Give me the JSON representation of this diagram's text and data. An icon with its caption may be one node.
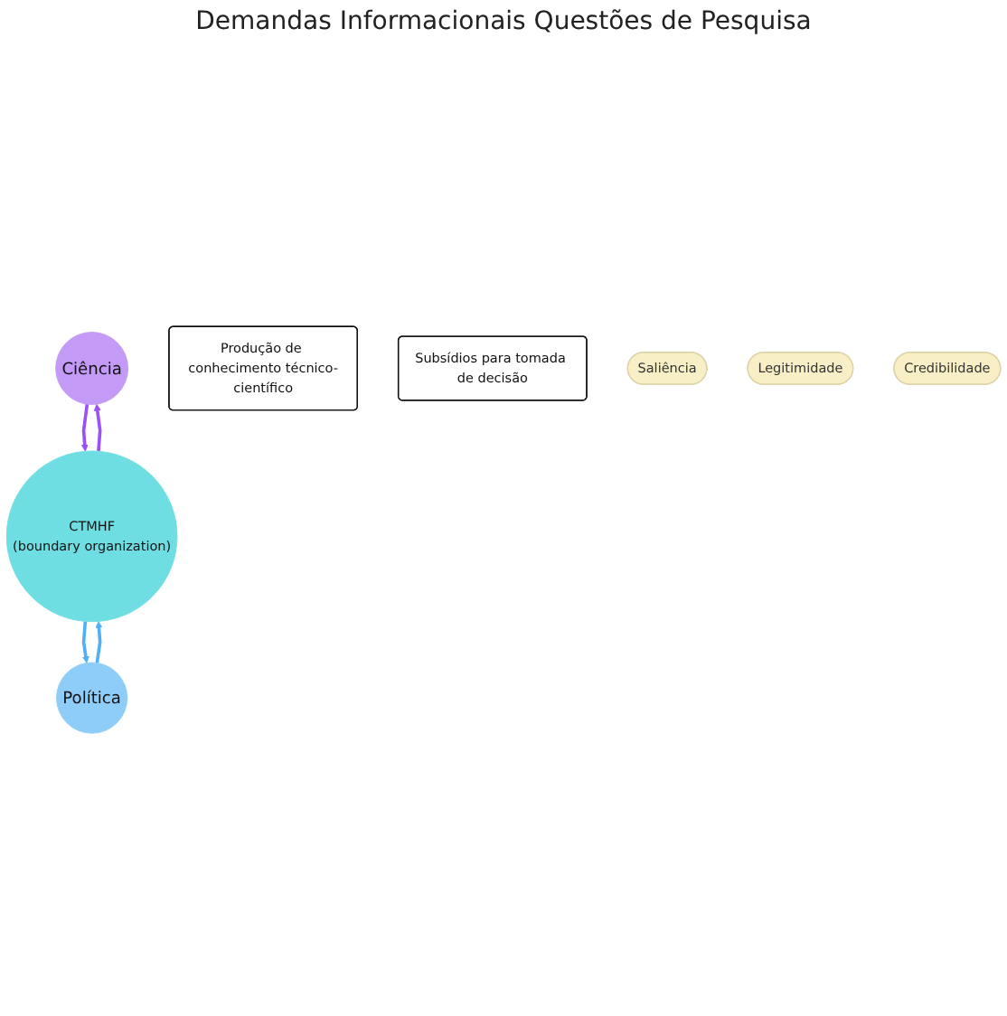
{
  "diagram": {
    "nodes": [
      {
        "text": [
          "Ciência"
        ]
      },
      {
        "text": [
          "Política"
        ]
      },
      {
        "text": [
          "Produção de conhecimento técnico-científico"
        ]
      },
      {
        "text": [
          "Subsídios para tomada de decisão"
        ]
      },
      {
        "text": [
          "CTMHF",
          "(boundary organization)"
        ]
      },
      {
        "text": [
          "Saliência"
        ]
      },
      {
        "text": [
          "Legitimidade"
        ]
      },
      {
        "text": [
          "Credibilidade"
        ]
      }
    ],
    "edges": [
      {
        "from": 0,
        "to": 4,
        "arrow": "to",
        "color": "#9b51f5"
      },
      {
        "from": 4,
        "to": 0,
        "arrow": "to",
        "color": "#9b51f5"
      },
      {
        "from": 1,
        "to": 4,
        "arrow": "to",
        "color": "#4fb0f7"
      },
      {
        "from": 4,
        "to": 1,
        "arrow": "to",
        "color": "#4fb0f7"
      }
    ],
    "labels": [
      "Demandas Informacionais Questões de Pesquisa"
    ]
  }
}
